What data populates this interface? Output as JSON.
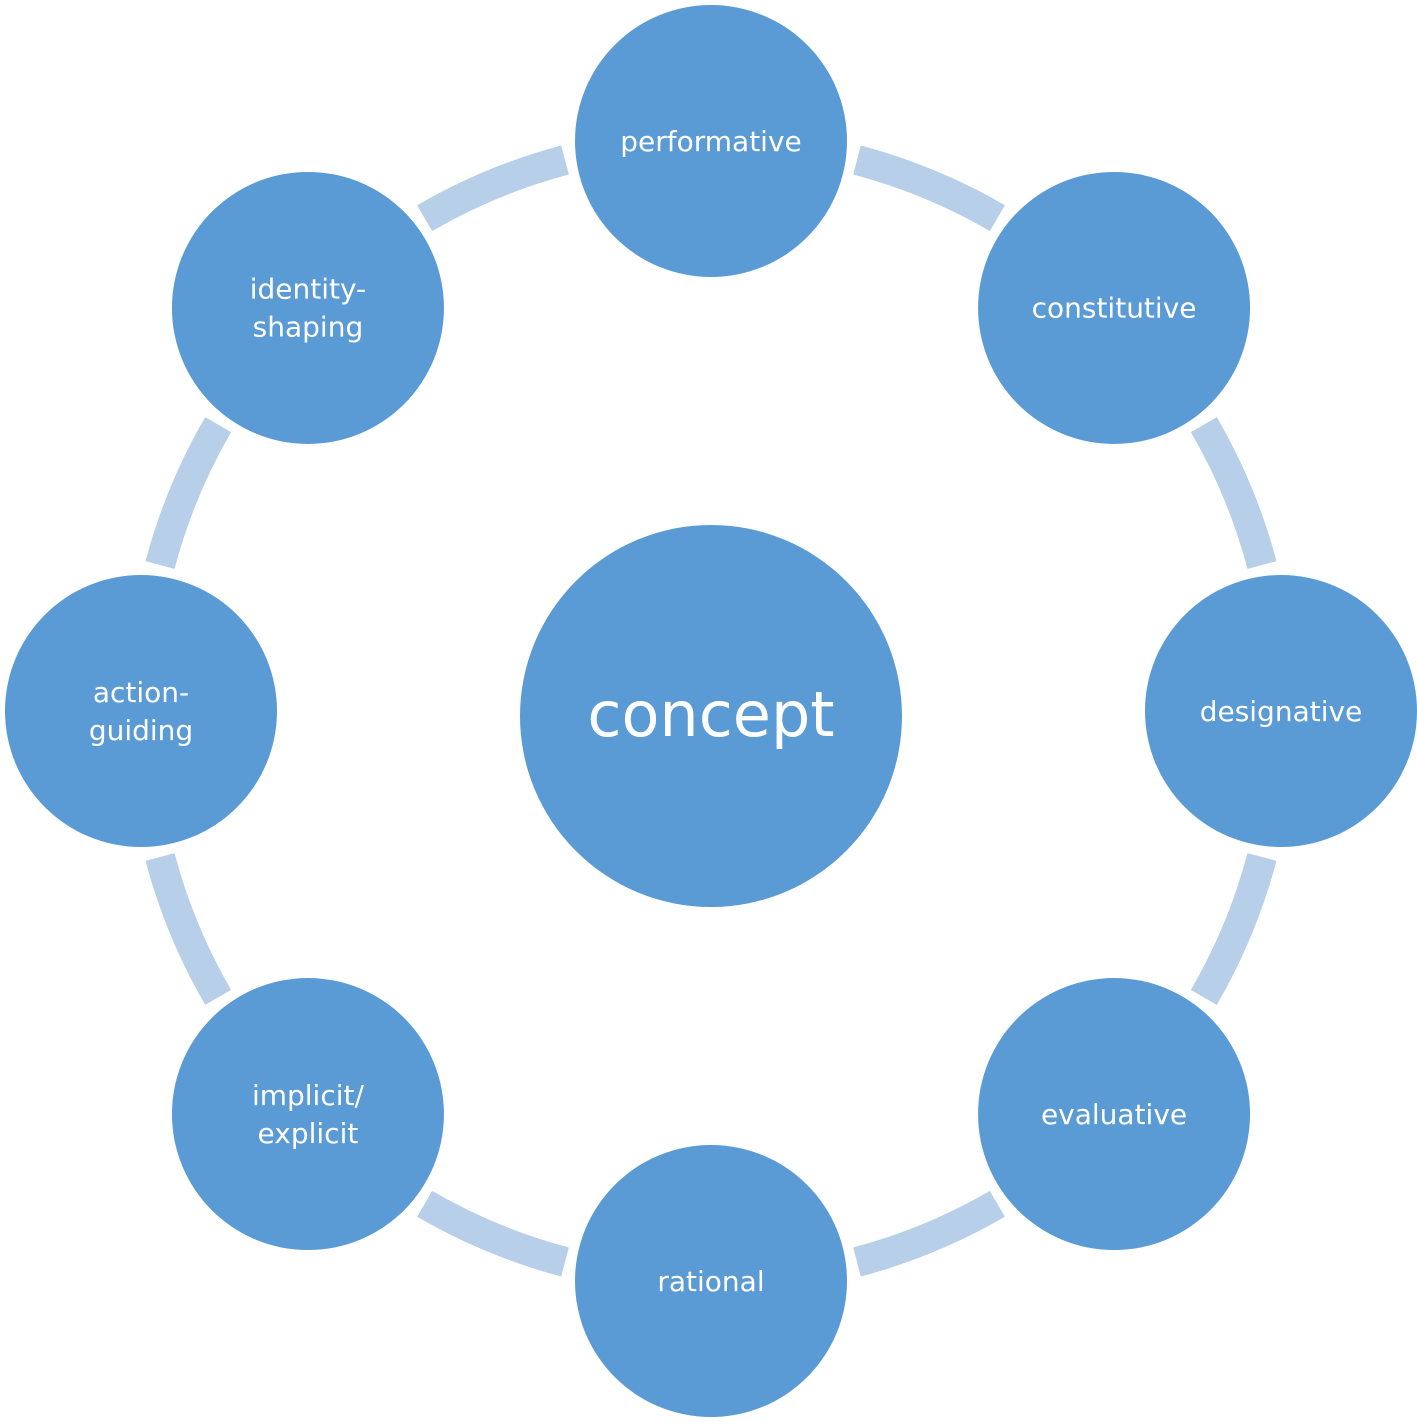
{
  "colors": {
    "node_fill": "#5B9BD5",
    "ring_fill": "#B8CFEA",
    "label_color": "#FFFFFF",
    "background": "#FFFFFF"
  },
  "center": {
    "label": "concept"
  },
  "nodes": [
    {
      "id": "performative",
      "lines": [
        "performative"
      ]
    },
    {
      "id": "constitutive",
      "lines": [
        "constitutive"
      ]
    },
    {
      "id": "designative",
      "lines": [
        "designative"
      ]
    },
    {
      "id": "evaluative",
      "lines": [
        "evaluative"
      ]
    },
    {
      "id": "rational",
      "lines": [
        "rational"
      ]
    },
    {
      "id": "implicit-explicit",
      "lines": [
        "implicit/",
        "explicit"
      ]
    },
    {
      "id": "action-guiding",
      "lines": [
        "action-",
        "guiding"
      ]
    },
    {
      "id": "identity-shaping",
      "lines": [
        "identity-",
        "shaping"
      ]
    }
  ]
}
